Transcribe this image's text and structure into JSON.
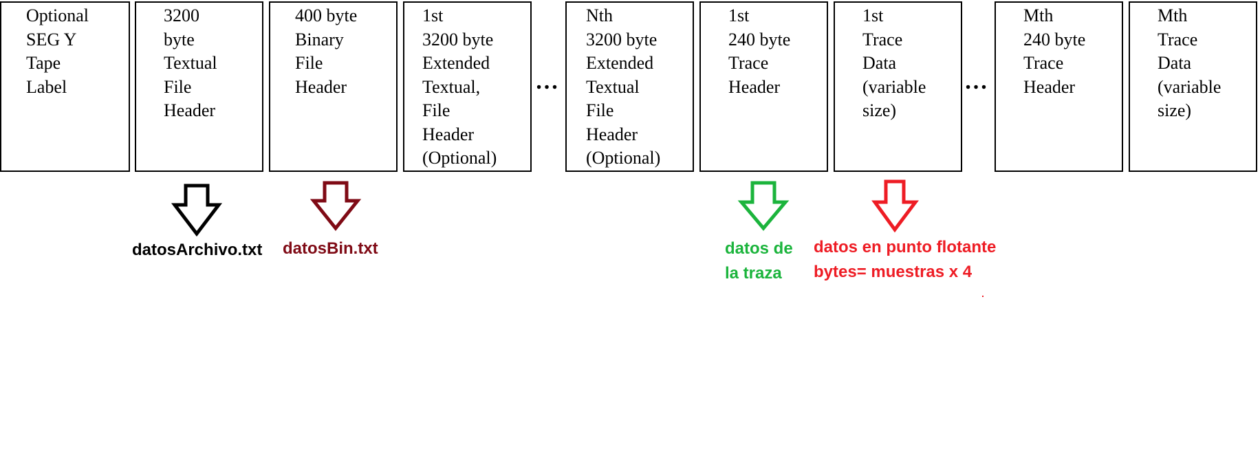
{
  "boxes": [
    {
      "lines": [
        "Optional",
        "SEG Y",
        "Tape",
        "Label"
      ]
    },
    {
      "lines": [
        "3200",
        "byte",
        "Textual",
        "File",
        "Header"
      ]
    },
    {
      "lines": [
        "400 byte",
        "Binary",
        "File",
        "Header"
      ]
    },
    {
      "lines": [
        "1st",
        "3200 byte",
        "Extended",
        "Textual,",
        "File",
        "Header",
        "(Optional)"
      ]
    },
    {
      "lines": [
        "Nth",
        "3200 byte",
        "Extended",
        "Textual",
        "File",
        "Header",
        "(Optional)"
      ]
    },
    {
      "lines": [
        "1st",
        "240 byte",
        "Trace",
        "Header"
      ]
    },
    {
      "lines": [
        "1st",
        "Trace",
        "Data",
        "(variable",
        "size)"
      ]
    },
    {
      "lines": [
        "Mth",
        "240 byte",
        "Trace",
        "Header"
      ]
    },
    {
      "lines": [
        "Mth",
        "Trace",
        "Data",
        "(variable",
        "size)"
      ]
    }
  ],
  "ellipsis": [
    "…",
    "…"
  ],
  "annotations": [
    {
      "lines": [
        "datosArchivo.txt"
      ],
      "color": "#000000"
    },
    {
      "lines": [
        "datosBin.txt"
      ],
      "color": "#7f0a15"
    },
    {
      "lines": [
        "datos de",
        "la traza"
      ],
      "color": "#1bb43c"
    },
    {
      "lines": [
        "datos en punto flotante",
        "bytes= muestras x 4"
      ],
      "color": "#ee1c24"
    }
  ]
}
